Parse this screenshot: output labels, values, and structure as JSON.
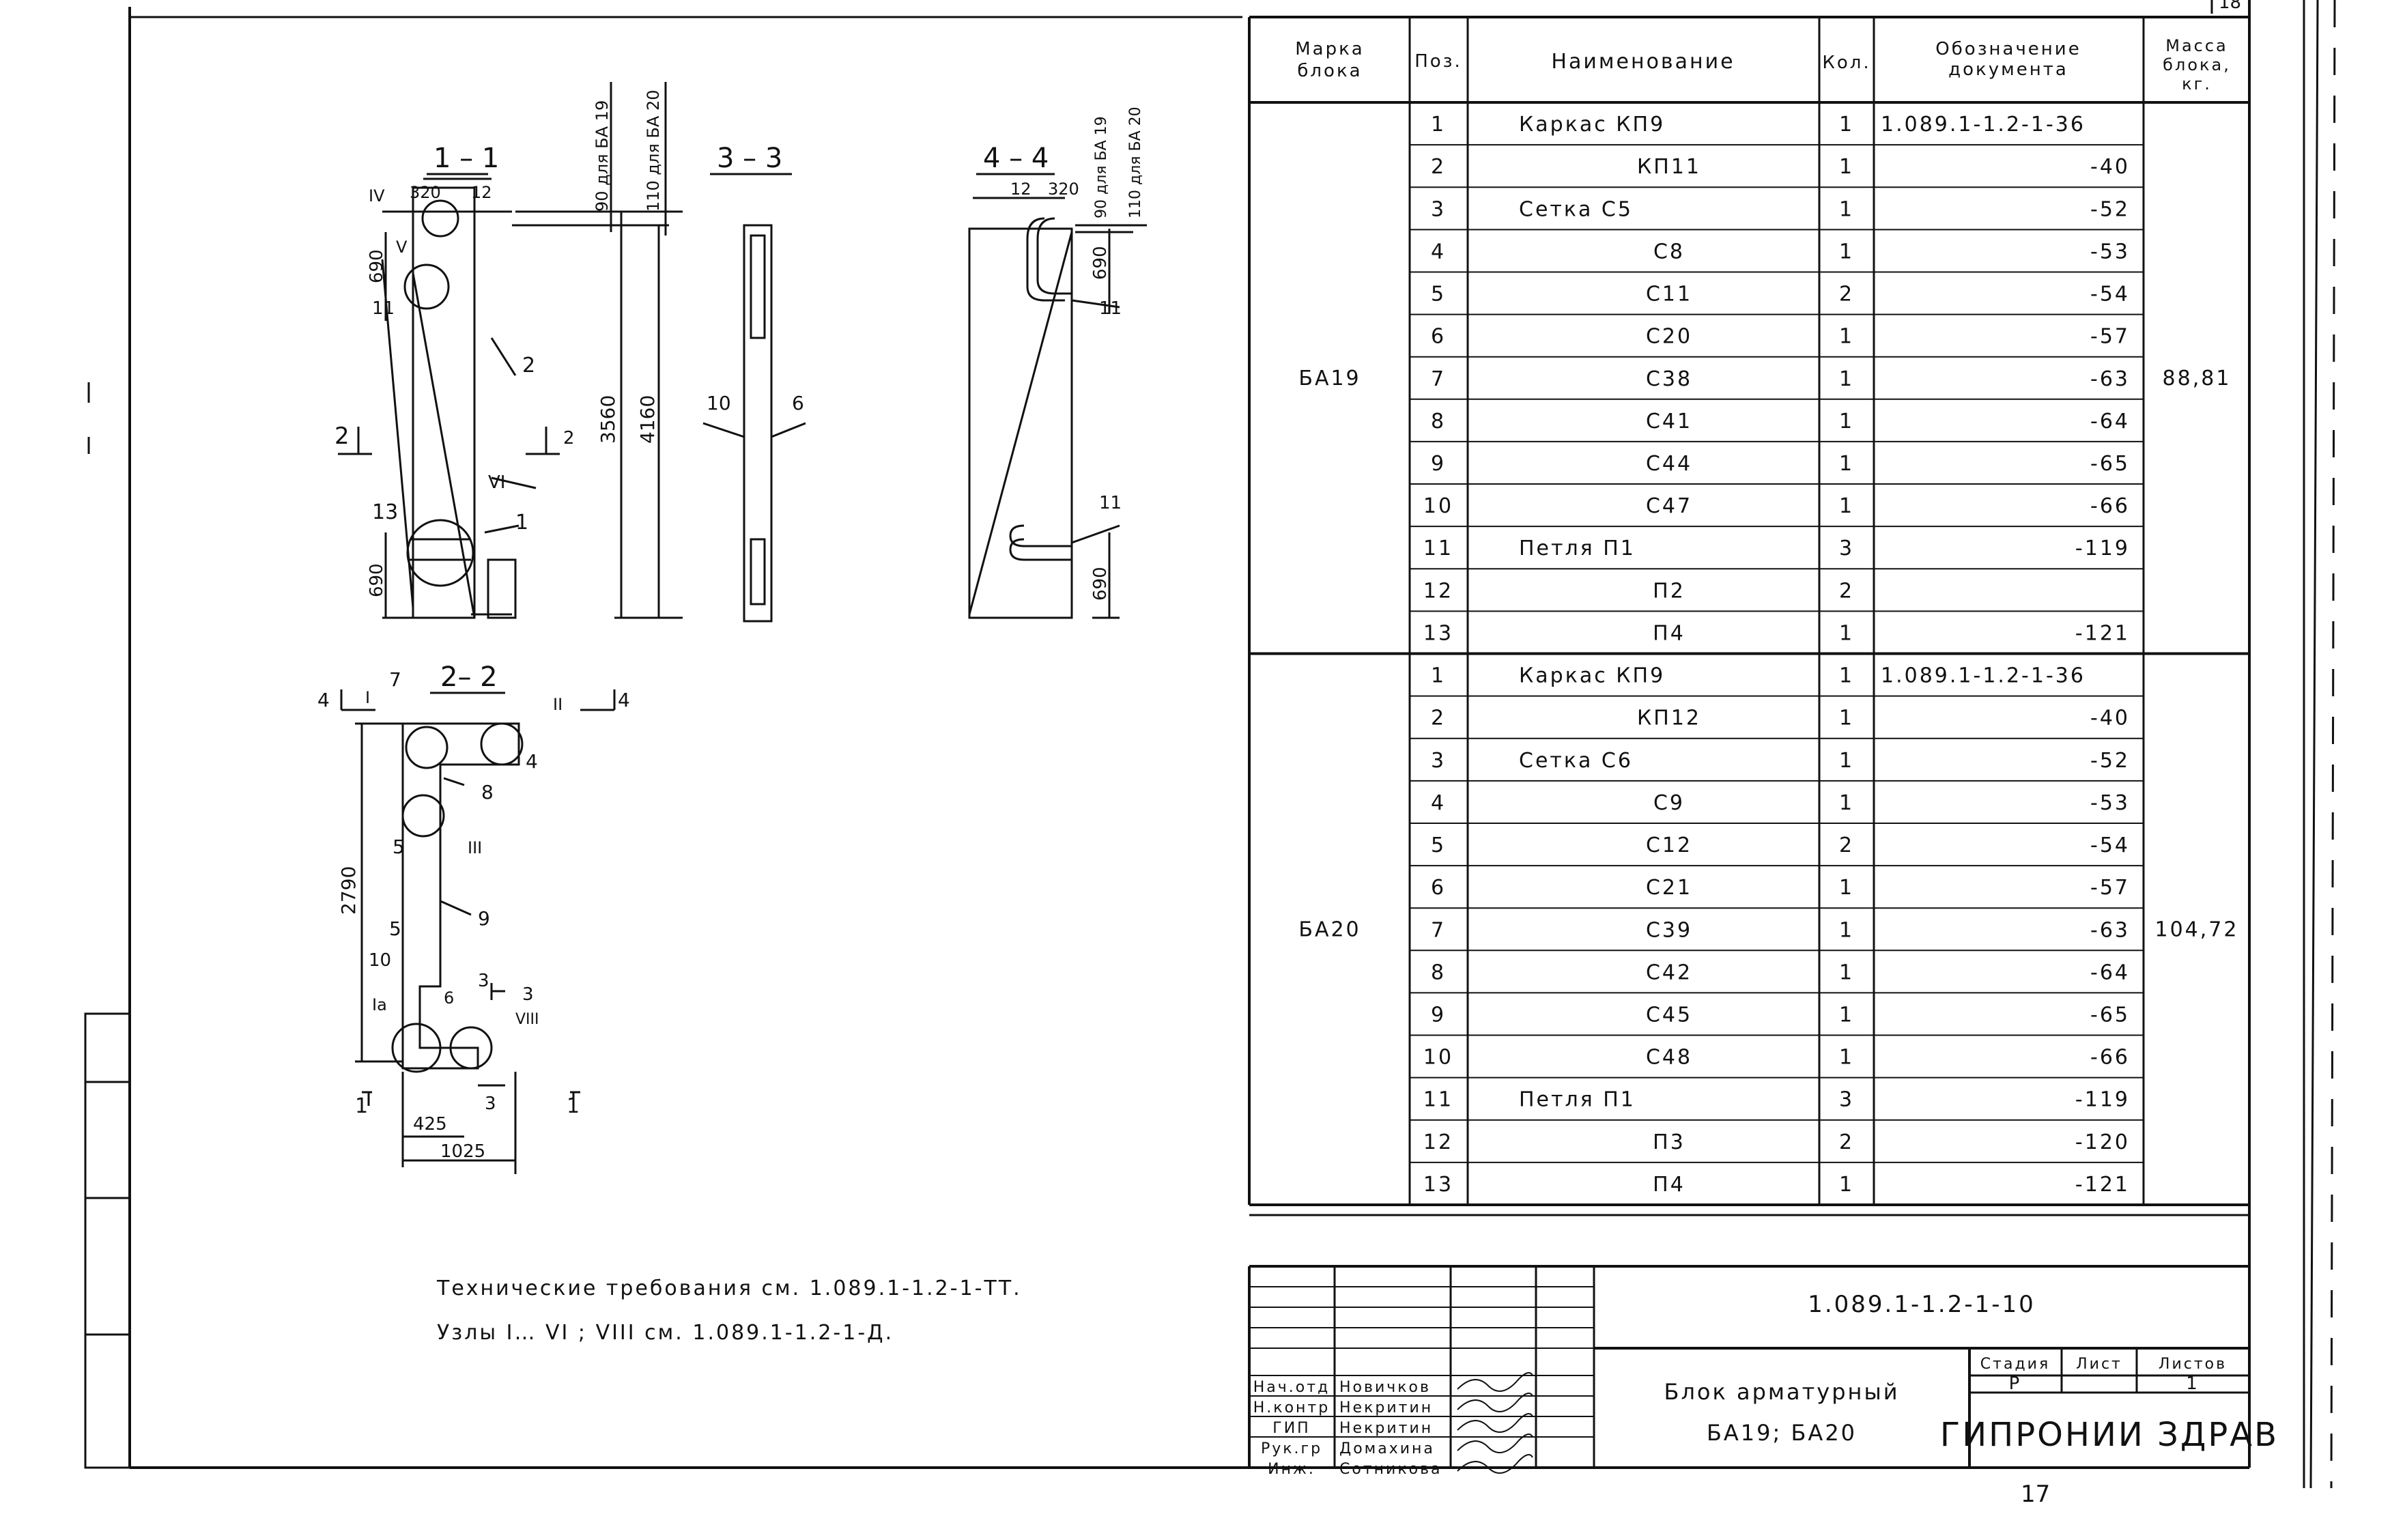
{
  "sheet": {
    "page_corner": "18",
    "page_bottom": "17"
  },
  "drawing": {
    "view_1_1": {
      "title": "1 – 1",
      "dim_top_a": "320",
      "dim_top_b": "12",
      "dim_690_top": "690",
      "dim_690_bottom": "690",
      "dim_3560": "3560",
      "dim_4160": "4160",
      "dim_90": "90 для БА 19",
      "dim_110": "110 для БА 20",
      "pos_2": "2",
      "pos_13": "13",
      "pos_1": "1",
      "pos_11": "11",
      "node_IV": "IV",
      "node_V": "V",
      "node_VI": "VI",
      "mark_2a": "2",
      "mark_2b": "2"
    },
    "view_3_3": {
      "title": "3 – 3",
      "pos_10": "10",
      "pos_6": "6"
    },
    "view_4_4": {
      "title": "4 – 4",
      "dim_top_a": "12",
      "dim_top_b": "320",
      "dim_690_top": "690",
      "dim_690_bottom": "690",
      "dim_90": "90 для БА 19",
      "dim_110": "110 для БА 20",
      "pos_11a": "11",
      "pos_11b": "11"
    },
    "view_2_2": {
      "title": "2– 2",
      "dim_2790": "2790",
      "dim_425": "425",
      "dim_1025": "1025",
      "pos_7": "7",
      "pos_8": "8",
      "pos_4": "4",
      "pos_5a": "5",
      "pos_5b": "5",
      "pos_9": "9",
      "pos_10": "10",
      "pos_6": "6",
      "pos_3a": "3",
      "pos_3b": "3",
      "node_I": "I",
      "node_II": "II",
      "node_III": "III",
      "node_VIII": "VIII",
      "node_Ia": "Iа",
      "cut_4a": "4",
      "cut_4b": "4",
      "cut_1a": "1",
      "cut_1b": "1"
    }
  },
  "notes": {
    "line1": "Технические требования см. 1.089.1-1.2-1-ТТ.",
    "line2": "Узлы I… VI ; VIII см. 1.089.1-1.2-1-Д."
  },
  "spec_table": {
    "headers": {
      "mark": "Марка блока",
      "pos": "Поз.",
      "name": "Наименование",
      "qty": "Кол.",
      "doc": "Обозначение документа",
      "mass": "Масса блока, кг."
    },
    "blocks": [
      {
        "mark": "БА19",
        "mass": "88,81",
        "rows": [
          {
            "pos": "1",
            "name": "Каркас КП9",
            "qty": "1",
            "doc": "1.089.1-1.2-1-36"
          },
          {
            "pos": "2",
            "name": "КП11",
            "qty": "1",
            "doc": "-40"
          },
          {
            "pos": "3",
            "name": "Сетка С5",
            "qty": "1",
            "doc": "-52"
          },
          {
            "pos": "4",
            "name": "С8",
            "qty": "1",
            "doc": "-53"
          },
          {
            "pos": "5",
            "name": "С11",
            "qty": "2",
            "doc": "-54"
          },
          {
            "pos": "6",
            "name": "С20",
            "qty": "1",
            "doc": "-57"
          },
          {
            "pos": "7",
            "name": "С38",
            "qty": "1",
            "doc": "-63"
          },
          {
            "pos": "8",
            "name": "С41",
            "qty": "1",
            "doc": "-64"
          },
          {
            "pos": "9",
            "name": "С44",
            "qty": "1",
            "doc": "-65"
          },
          {
            "pos": "10",
            "name": "С47",
            "qty": "1",
            "doc": "-66"
          },
          {
            "pos": "11",
            "name": "Петля П1",
            "qty": "3",
            "doc": "-119"
          },
          {
            "pos": "12",
            "name": "П2",
            "qty": "2",
            "doc": ""
          },
          {
            "pos": "13",
            "name": "П4",
            "qty": "1",
            "doc": "-121"
          }
        ]
      },
      {
        "mark": "БА20",
        "mass": "104,72",
        "rows": [
          {
            "pos": "1",
            "name": "Каркас КП9",
            "qty": "1",
            "doc": "1.089.1-1.2-1-36"
          },
          {
            "pos": "2",
            "name": "КП12",
            "qty": "1",
            "doc": "-40"
          },
          {
            "pos": "3",
            "name": "Сетка С6",
            "qty": "1",
            "doc": "-52"
          },
          {
            "pos": "4",
            "name": "С9",
            "qty": "1",
            "doc": "-53"
          },
          {
            "pos": "5",
            "name": "С12",
            "qty": "2",
            "doc": "-54"
          },
          {
            "pos": "6",
            "name": "С21",
            "qty": "1",
            "doc": "-57"
          },
          {
            "pos": "7",
            "name": "С39",
            "qty": "1",
            "doc": "-63"
          },
          {
            "pos": "8",
            "name": "С42",
            "qty": "1",
            "doc": "-64"
          },
          {
            "pos": "9",
            "name": "С45",
            "qty": "1",
            "doc": "-65"
          },
          {
            "pos": "10",
            "name": "С48",
            "qty": "1",
            "doc": "-66"
          },
          {
            "pos": "11",
            "name": "Петля П1",
            "qty": "3",
            "doc": "-119"
          },
          {
            "pos": "12",
            "name": "П3",
            "qty": "2",
            "doc": "-120"
          },
          {
            "pos": "13",
            "name": "П4",
            "qty": "1",
            "doc": "-121"
          }
        ]
      }
    ]
  },
  "title_block": {
    "doc_number": "1.089.1-1.2-1-10",
    "title_line1": "Блок арматурный",
    "title_line2": "БА19; БА20",
    "stage_label": "Стадия",
    "sheet_label": "Лист",
    "sheets_label": "Листов",
    "stage": "Р",
    "sheet": "",
    "sheets": "1",
    "org": "ГИПРОНИИ ЗДРАВ",
    "signers": [
      {
        "role": "Нач.отд",
        "name": "Новичков"
      },
      {
        "role": "Н.контр",
        "name": "Некритин"
      },
      {
        "role": "ГИП",
        "name": "Некритин"
      },
      {
        "role": "Рук.гр",
        "name": "Домахина"
      },
      {
        "role": "Инж.",
        "name": "Сотникова"
      }
    ]
  }
}
